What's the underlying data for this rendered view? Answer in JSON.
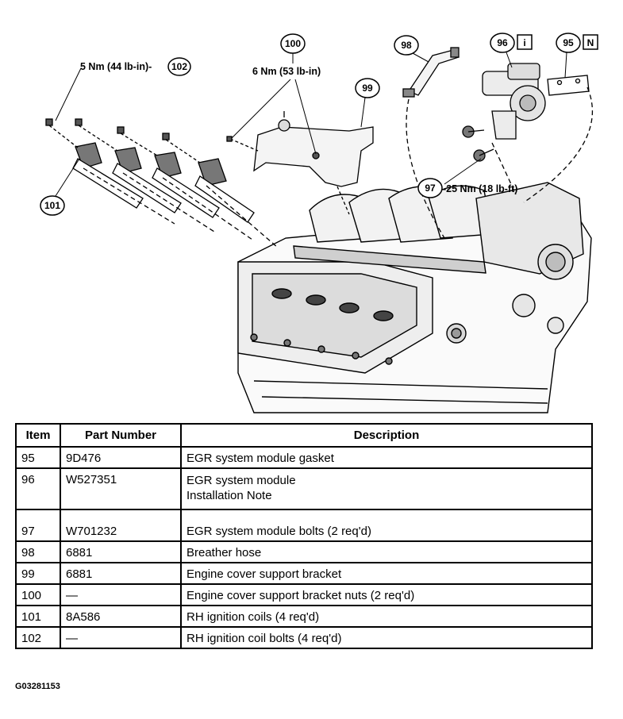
{
  "diagram": {
    "callouts": {
      "c102": {
        "item": "102",
        "torque": "5 Nm (44 lb-in)-"
      },
      "c100": {
        "item": "100",
        "torque": "6 Nm (53 lb-in)"
      },
      "c99": {
        "item": "99"
      },
      "c98": {
        "item": "98"
      },
      "c96": {
        "item": "96",
        "note_box": "i"
      },
      "c95": {
        "item": "95",
        "note_box": "N"
      },
      "c97": {
        "item": "97",
        "torque": "-25 Nm (18 lb-ft)"
      },
      "c101": {
        "item": "101"
      }
    }
  },
  "table": {
    "headers": {
      "item": "Item",
      "part": "Part Number",
      "desc": "Description"
    },
    "rows": [
      {
        "item": "95",
        "part": "9D476",
        "desc": [
          "EGR system module gasket"
        ]
      },
      {
        "item": "96",
        "part": "W527351",
        "desc": [
          "EGR system module",
          "Installation Note"
        ]
      },
      {
        "item": "97",
        "part": "W701232",
        "desc": [
          "EGR system module bolts (2 req'd)"
        ]
      },
      {
        "item": "98",
        "part": "6881",
        "desc": [
          "Breather hose"
        ]
      },
      {
        "item": "99",
        "part": "6881",
        "desc": [
          "Engine cover support bracket"
        ]
      },
      {
        "item": "100",
        "part": "—",
        "desc": [
          "Engine cover support bracket nuts (2 req'd)"
        ]
      },
      {
        "item": "101",
        "part": "8A586",
        "desc": [
          "RH ignition coils (4 req'd)"
        ]
      },
      {
        "item": "102",
        "part": "—",
        "desc": [
          "RH ignition coil bolts (4 req'd)"
        ]
      }
    ]
  },
  "figure_code": "G03281153"
}
